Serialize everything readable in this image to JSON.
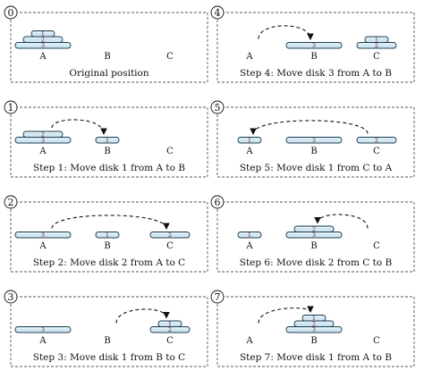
{
  "colors": {
    "disk_fill": "#cfe6f2",
    "disk_stroke": "#1f3f52",
    "frame": "#555555",
    "text": "#111111",
    "arrow": "#111111",
    "background": "#ffffff"
  },
  "peg_labels": [
    "A",
    "B",
    "C"
  ],
  "panels": [
    {
      "number": "0",
      "caption": "Original position",
      "pegs": [
        [
          3,
          2,
          1
        ],
        [],
        []
      ],
      "arrow": null
    },
    {
      "number": "1",
      "caption": "Step 1: Move disk 1 from A to B",
      "pegs": [
        [
          3,
          2
        ],
        [
          1
        ],
        []
      ],
      "arrow": {
        "from": "A",
        "to": "B"
      }
    },
    {
      "number": "2",
      "caption": "Step 2: Move disk 2 from A to C",
      "pegs": [
        [
          3
        ],
        [
          1
        ],
        [
          2
        ]
      ],
      "arrow": {
        "from": "A",
        "to": "C"
      }
    },
    {
      "number": "3",
      "caption": "Step 3: Move disk 1 from B to C",
      "pegs": [
        [
          3
        ],
        [],
        [
          2,
          1
        ]
      ],
      "arrow": {
        "from": "B",
        "to": "C"
      }
    },
    {
      "number": "4",
      "caption": "Step 4: Move disk 3 from A to B",
      "pegs": [
        [],
        [
          3
        ],
        [
          2,
          1
        ]
      ],
      "arrow": {
        "from": "A",
        "to": "B"
      }
    },
    {
      "number": "5",
      "caption": "Step 5: Move disk 1 from C to A",
      "pegs": [
        [
          1
        ],
        [
          3
        ],
        [
          2
        ]
      ],
      "arrow": {
        "from": "C",
        "to": "A"
      }
    },
    {
      "number": "6",
      "caption": "Step 6: Move disk 2 from C to B",
      "pegs": [
        [
          1
        ],
        [
          3,
          2
        ],
        []
      ],
      "arrow": {
        "from": "C",
        "to": "B"
      }
    },
    {
      "number": "7",
      "caption": "Step 7: Move disk 1 from A to B",
      "pegs": [
        [],
        [
          3,
          2,
          1
        ],
        []
      ],
      "arrow": {
        "from": "A",
        "to": "B"
      }
    }
  ]
}
